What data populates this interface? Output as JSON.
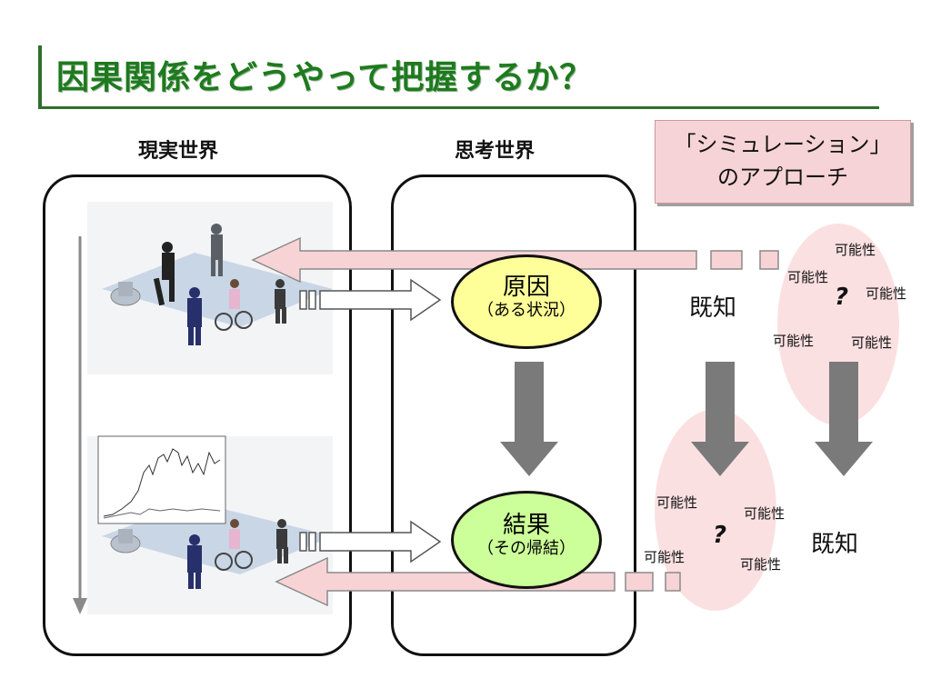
{
  "title": "因果関係をどうやって把握するか？",
  "headers": {
    "real_world": "現実世界",
    "thought_world": "思考世界"
  },
  "simulation_box": {
    "line1": "「シミュレーション」",
    "line2": "のアプローチ"
  },
  "cause": {
    "label": "原因",
    "detail": "（ある状況）"
  },
  "effect": {
    "label": "結果",
    "detail": "（その帰結）"
  },
  "known_label": "既知",
  "possibility_label": "可能性",
  "question_mark": "?",
  "colors": {
    "title": "#1e7a1e",
    "cause_fill": "#ffff99",
    "effect_fill": "#ccff99",
    "pink": "#fbe0e2",
    "arrow_grey": "#7a7a7a"
  }
}
